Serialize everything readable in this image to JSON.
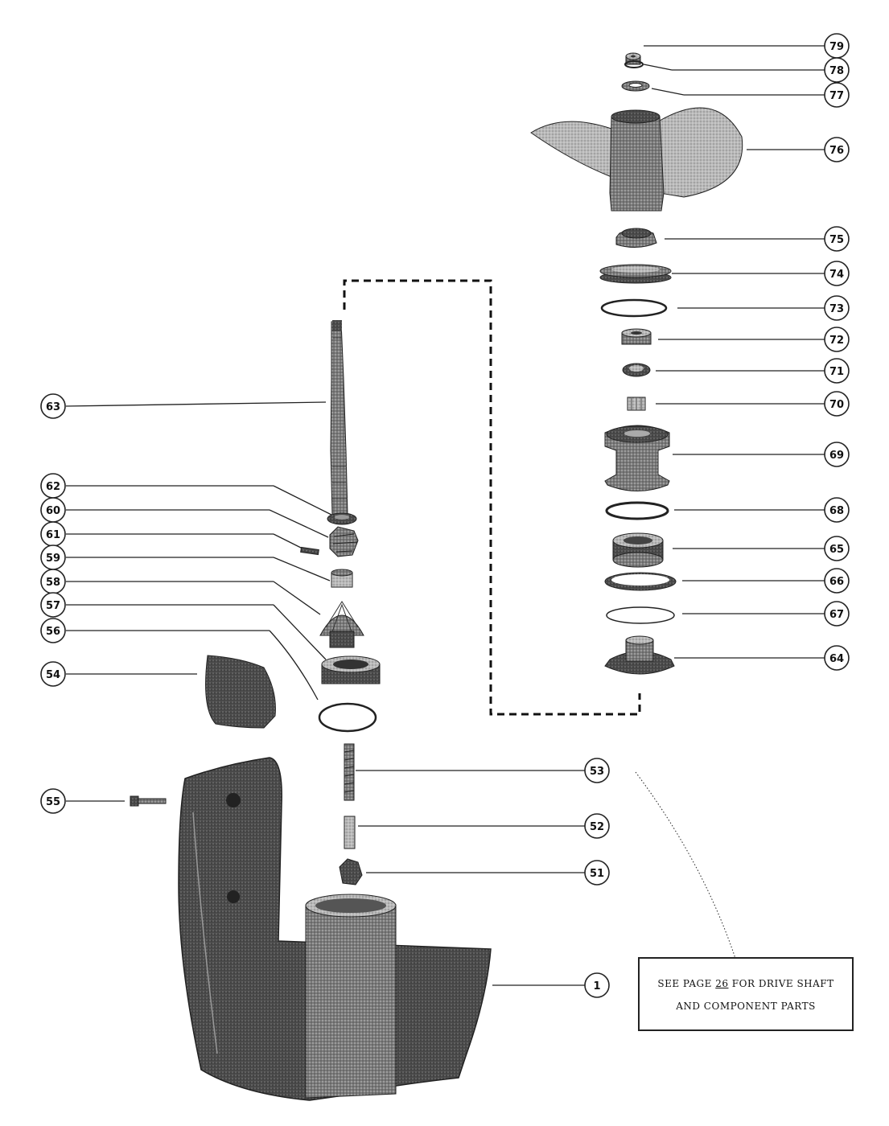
{
  "callouts": [
    {
      "id": "c79",
      "label": "79"
    },
    {
      "id": "c78",
      "label": "78"
    },
    {
      "id": "c77",
      "label": "77"
    },
    {
      "id": "c76",
      "label": "76"
    },
    {
      "id": "c75",
      "label": "75"
    },
    {
      "id": "c74",
      "label": "74"
    },
    {
      "id": "c73",
      "label": "73"
    },
    {
      "id": "c72",
      "label": "72"
    },
    {
      "id": "c71",
      "label": "71"
    },
    {
      "id": "c70",
      "label": "70"
    },
    {
      "id": "c69",
      "label": "69"
    },
    {
      "id": "c68",
      "label": "68"
    },
    {
      "id": "c65",
      "label": "65"
    },
    {
      "id": "c66",
      "label": "66"
    },
    {
      "id": "c67",
      "label": "67"
    },
    {
      "id": "c64",
      "label": "64"
    },
    {
      "id": "c63",
      "label": "63"
    },
    {
      "id": "c62",
      "label": "62"
    },
    {
      "id": "c60",
      "label": "60"
    },
    {
      "id": "c61",
      "label": "61"
    },
    {
      "id": "c59",
      "label": "59"
    },
    {
      "id": "c58",
      "label": "58"
    },
    {
      "id": "c57",
      "label": "57"
    },
    {
      "id": "c56",
      "label": "56"
    },
    {
      "id": "c54",
      "label": "54"
    },
    {
      "id": "c55",
      "label": "55"
    },
    {
      "id": "c53",
      "label": "53"
    },
    {
      "id": "c52",
      "label": "52"
    },
    {
      "id": "c51",
      "label": "51"
    },
    {
      "id": "c1",
      "label": "1"
    }
  ],
  "note": {
    "line1_prefix": "SEE PAGE ",
    "page": "26",
    "line1_suffix": " FOR DRIVE SHAFT",
    "line2": "AND COMPONENT PARTS"
  }
}
